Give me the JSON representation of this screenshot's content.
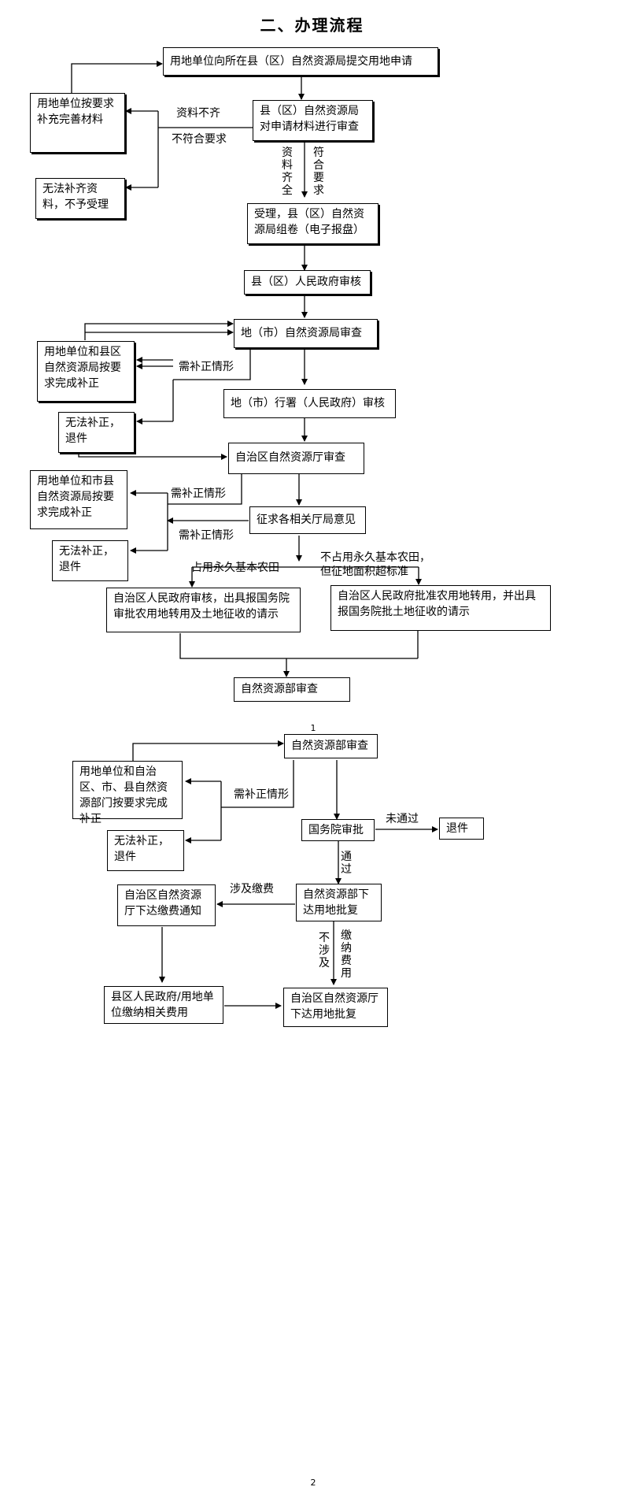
{
  "title": "二、办理流程",
  "page_marks": {
    "p1": "1",
    "p2": "2"
  },
  "boxes": {
    "b01": "用地单位向所在县（区）自然资源局提交用地申请",
    "b02": "用地单位按要求补充完善材料",
    "b03": "县（区）自然资源局对申请材料进行审查",
    "b04": "无法补齐资料，不予受理",
    "b05": "受理，县（区）自然资源局组卷（电子报盘）",
    "b06": "县（区）人民政府审核",
    "b07": "地（市）自然资源局审查",
    "b08": "用地单位和县区自然资源局按要求完成补正",
    "b09": "地（市）行署（人民政府）审核",
    "b10": "无法补正，退件",
    "b11": "自治区自然资源厅审查",
    "b12": "用地单位和市县自然资源局按要求完成补正",
    "b13": "征求各相关厅局意见",
    "b14": "无法补正，退件",
    "b15": "自治区人民政府审核，出具报国务院审批农用地转用及土地征收的请示",
    "b16": "自治区人民政府批准农用地转用，并出具报国务院批土地征收的请示",
    "b17": "自然资源部审查",
    "b18": "自然资源部审查",
    "b19": "用地单位和自治区、市、县自然资源部门按要求完成补正",
    "b20": "国务院审批",
    "b21": "退件",
    "b22": "无法补正，退件",
    "b23": "自治区自然资源厅下达缴费通知",
    "b24": "自然资源部下达用地批复",
    "b25": "县区人民政府/用地单位缴纳相关费用",
    "b26": "自治区自然资源厅下达用地批复"
  },
  "labels": {
    "l01": "资料不齐",
    "l02": "不符合要求",
    "l03": "资料齐全",
    "l04": "符合要求",
    "l05": "需补正情形",
    "l06": "需补正情形",
    "l07": "需补正情形",
    "l08": "占用永久基本农田",
    "l09": "不占用永久基本农田，但征地面积超标准",
    "l10": "需补正情形",
    "l11": "未通过",
    "l12": "通过",
    "l13": "涉及缴费",
    "l14": "不涉及",
    "l15": "缴纳费用"
  }
}
